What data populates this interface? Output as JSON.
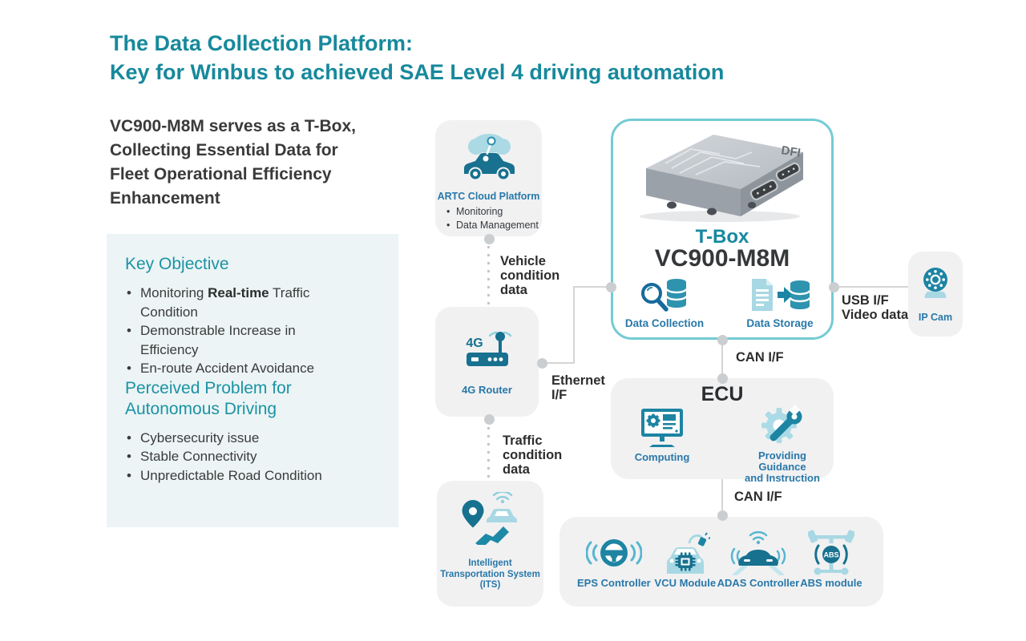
{
  "ui": {
    "bullet_char": "•"
  },
  "title": {
    "line1": "The Data Collection Platform:",
    "line2": "Key for Winbus to achieved SAE Level 4 driving automation"
  },
  "intro": {
    "lines": [
      "VC900-M8M serves as a T-Box,",
      "Collecting Essential Data for",
      "Fleet Operational Efficiency",
      "Enhancement"
    ]
  },
  "panel": {
    "key_objective": {
      "heading": "Key Objective",
      "bullet1": {
        "pre": "Monitoring ",
        "bold": "Real-time",
        "post": " Traffic Condition"
      },
      "bullet2": "Demonstrable Increase in Efficiency",
      "bullet3": "En-route Accident Avoidance"
    },
    "perceived_problem": {
      "heading": "Perceived Problem for Autonomous Driving",
      "bullets": [
        "Cybersecurity issue",
        "Stable Connectivity",
        "Unpredictable Road Condition"
      ]
    }
  },
  "nodes": {
    "artc": {
      "label": "ARTC Cloud Platform",
      "icon": "cloud-car-icon",
      "bullets": [
        "Monitoring",
        "Data Management"
      ]
    },
    "router": {
      "label": "4G Router",
      "badge": "4G",
      "icon": "4g-router-icon"
    },
    "its": {
      "label_lines": [
        "Intelligent",
        "Transportation System",
        "(ITS)"
      ],
      "icon": "intelligent-transportation-icon"
    },
    "tbox": {
      "title": "T-Box",
      "model": "VC900-M8M",
      "device_logo": "DFI",
      "features": [
        {
          "label": "Data Collection",
          "icon": "data-collection-icon"
        },
        {
          "label": "Data Storage",
          "icon": "data-storage-icon"
        }
      ]
    },
    "ipcam": {
      "label": "IP Cam",
      "icon": "ip-cam-icon"
    },
    "ecu": {
      "title": "ECU",
      "features": [
        {
          "label": "Computing",
          "icon": "computing-icon"
        },
        {
          "label": "Providing Guidance\nand Instruction",
          "icon": "guidance-icon"
        }
      ]
    },
    "actuators": {
      "items": [
        {
          "label": "EPS Controller",
          "icon": "eps-controller-icon"
        },
        {
          "label": "VCU Module",
          "icon": "vcu-module-icon"
        },
        {
          "label": "ADAS Controller",
          "icon": "adas-controller-icon"
        },
        {
          "label": "ABS module",
          "badge": "ABS",
          "icon": "abs-module-icon"
        }
      ]
    }
  },
  "connections": {
    "vehicle_data": "Vehicle\ncondition\ndata",
    "traffic_data": "Traffic\ncondition\ndata",
    "ethernet": "Ethernet\nI/F",
    "usb": "USB I/F\nVideo data",
    "can_top": "CAN I/F",
    "can_bottom": "CAN I/F"
  },
  "colors": {
    "heading_teal": "#17899c",
    "label_blue": "#2878a8",
    "icon_dark": "#17718f",
    "icon_mid": "#1d84a3",
    "icon_light": "#a8d8e3",
    "box_gray": "#f1f1f2",
    "tbox_border": "#74cbd4"
  }
}
